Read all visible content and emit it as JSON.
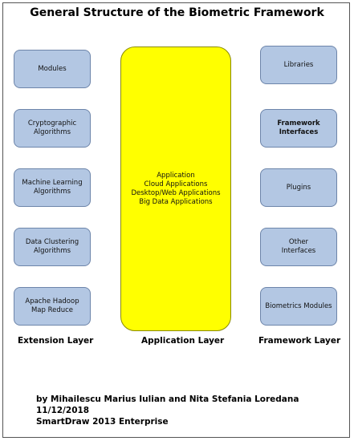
{
  "title": "General Structure of the Biometric Framework",
  "extension_layer": {
    "label": "Extension Layer",
    "items": [
      "Modules",
      "Cryptographic\nAlgorithms",
      "Machine Learning\nAlgorithms",
      "Data Clustering\nAlgorithms",
      "Apache Hadoop\nMap Reduce"
    ]
  },
  "application_layer": {
    "label": "Application Layer",
    "text": "Application\nCloud Applications\nDesktop/Web Applications\nBig Data Applications"
  },
  "framework_layer": {
    "label": "Framework Layer",
    "items": [
      "Libraries",
      "Framework\nInterfaces",
      "Plugins",
      "Other\nInterfaces",
      "Biometrics Modules"
    ]
  },
  "footer": {
    "authors": "by Mihailescu Marius Iulian and Nita Stefania Loredana",
    "date": "11/12/2018",
    "tool": "SmartDraw 2013 Enterprise"
  },
  "colors": {
    "box_fill": "#b3c7e3",
    "app_fill": "#ffff00"
  }
}
